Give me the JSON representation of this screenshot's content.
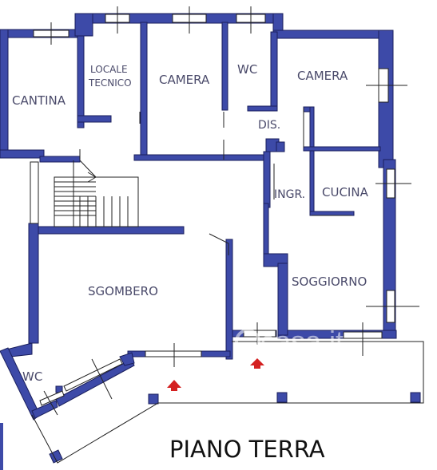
{
  "plan": {
    "title": "PIANO TERRA",
    "wall_color": "#3d4aa8",
    "wall_edge_color": "#1a1f5c",
    "arrow_color": "#d42020",
    "watermark": "casa.it",
    "rooms": {
      "cantina": "CANTINA",
      "locale": "LOCALE",
      "tecnico": "TECNICO",
      "camera_1": "CAMERA",
      "wc_top": "WC",
      "camera_2": "CAMERA",
      "dis": "DIS.",
      "ingr": "INGR.",
      "cucina": "CUCINA",
      "sgombero": "SGOMBERO",
      "soggiorno": "SOGGIORNO",
      "wc_bottom": "WC"
    }
  }
}
